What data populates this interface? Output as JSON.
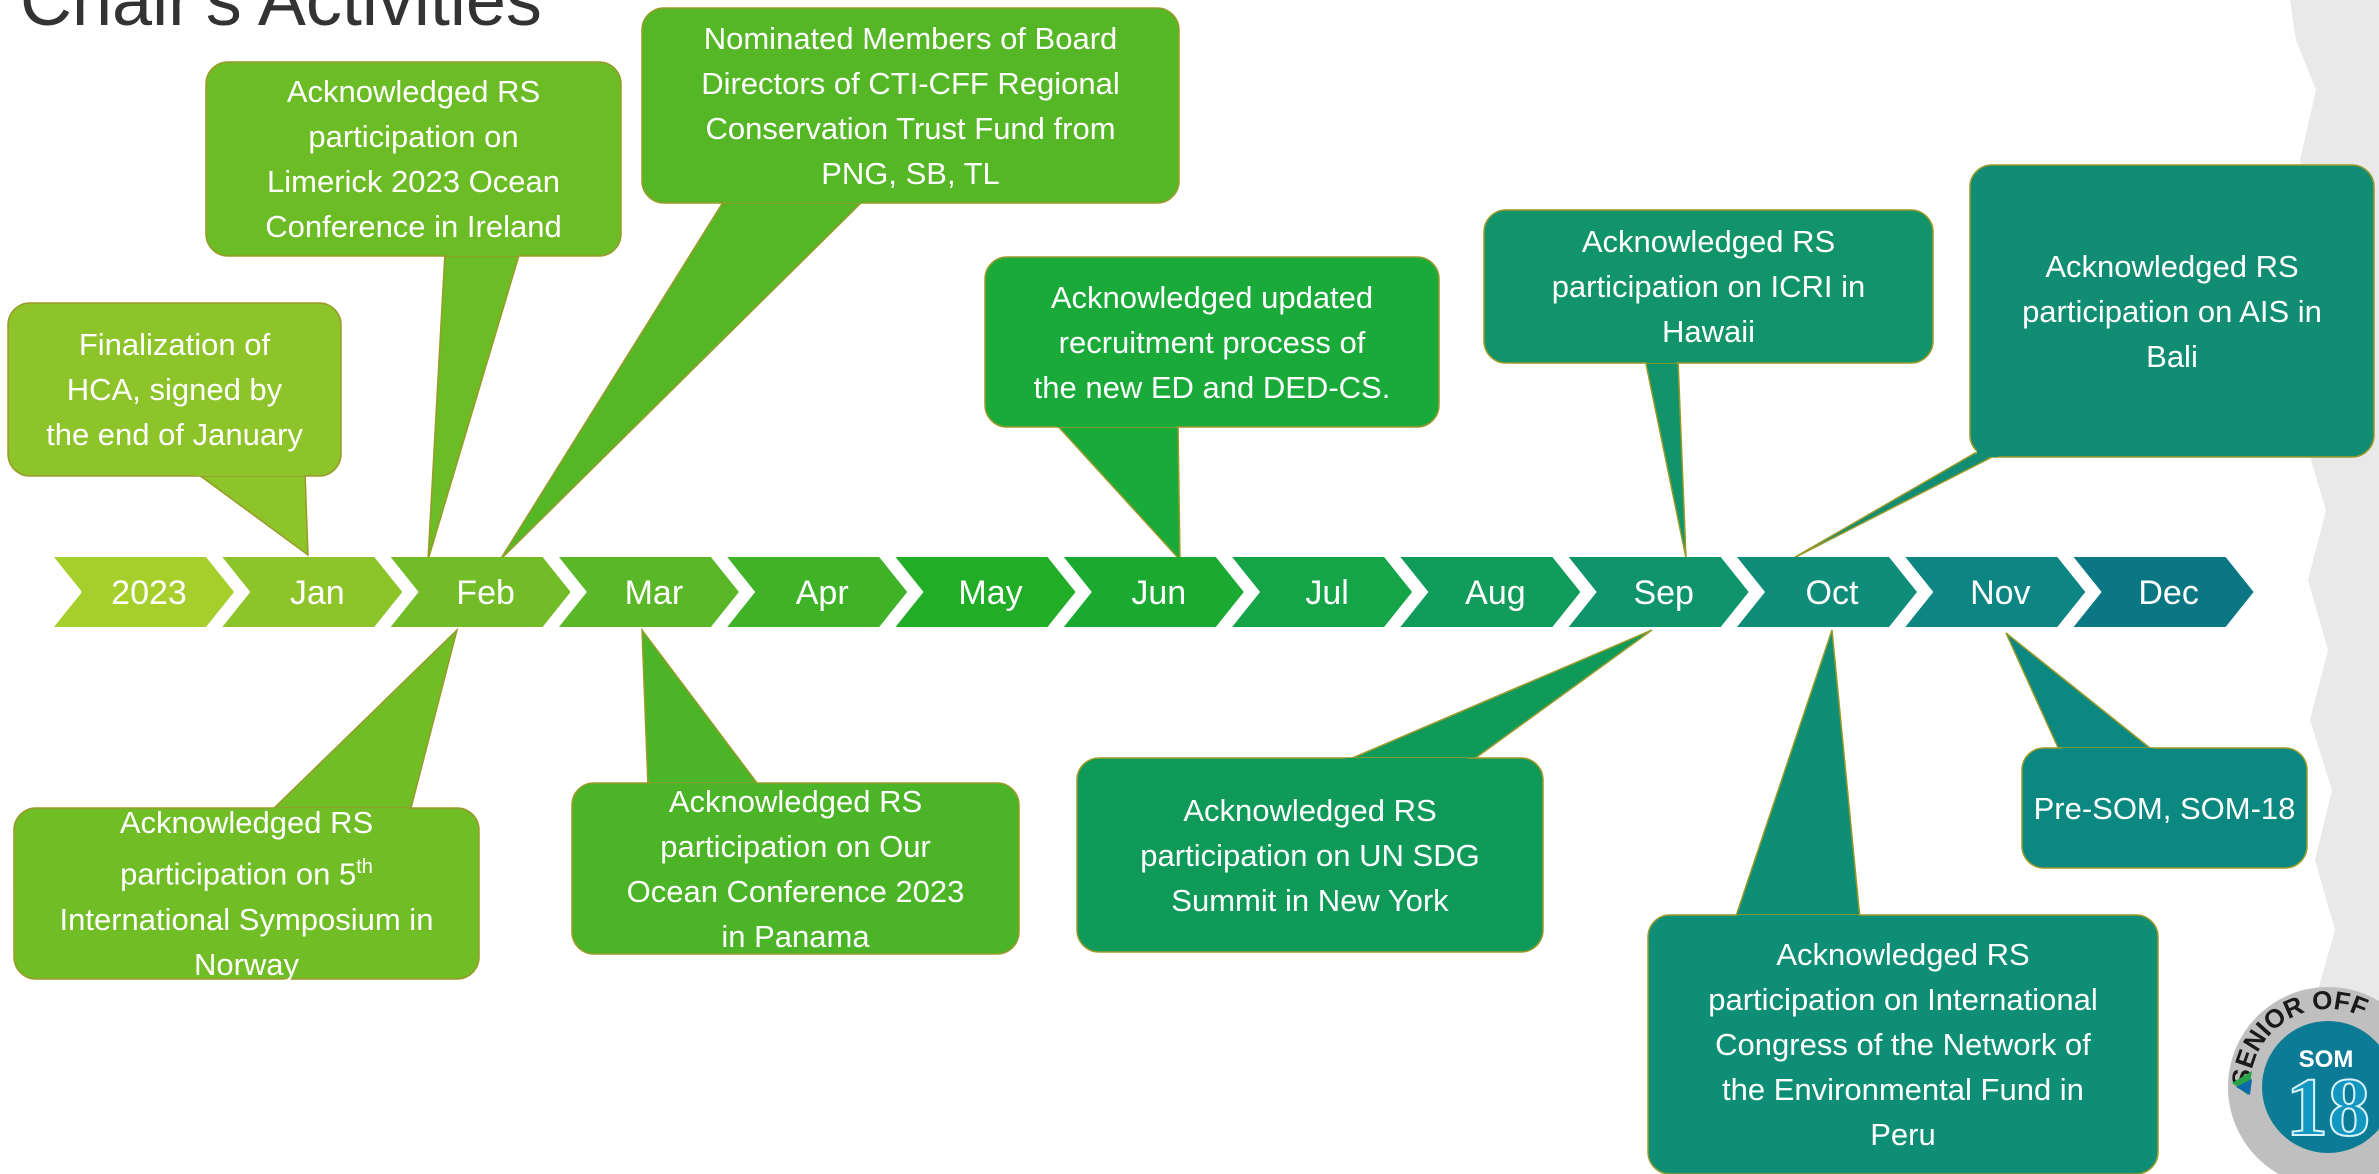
{
  "page": {
    "title": "Chair's Activities"
  },
  "timeline": {
    "months": [
      "2023",
      "Jan",
      "Feb",
      "Mar",
      "Apr",
      "May",
      "Jun",
      "Jul",
      "Aug",
      "Sep",
      "Oct",
      "Nov",
      "Dec"
    ],
    "colors": [
      "#a6cf2c",
      "#8dc42a",
      "#72bc28",
      "#5ab727",
      "#3fb227",
      "#22ad27",
      "#1aaa32",
      "#15a447",
      "#129c5b",
      "#10946c",
      "#0f8d79",
      "#0d8583",
      "#0b7782"
    ]
  },
  "callouts": [
    {
      "id": "hca",
      "month": "Jan",
      "lines": [
        "Finalization of",
        "HCA, signed by",
        "the end of January"
      ],
      "color": "#8dc42a"
    },
    {
      "id": "limerick",
      "month": "Feb",
      "lines": [
        "Acknowledged RS",
        "participation on",
        "Limerick 2023 Ocean",
        "Conference in Ireland"
      ],
      "color": "#6cbc26"
    },
    {
      "id": "board",
      "month": "Feb",
      "lines": [
        "Nominated Members of Board",
        "Directors of CTI-CFF Regional",
        "Conservation Trust Fund from",
        "PNG, SB, TL"
      ],
      "color": "#55b726"
    },
    {
      "id": "norway",
      "month": "Feb",
      "lines": [
        "Acknowledged RS",
        "participation on 5th",
        "International Symposium in",
        "Norway"
      ],
      "color": "#70bd26"
    },
    {
      "id": "panama",
      "month": "Mar",
      "lines": [
        "Acknowledged RS",
        "participation on Our",
        "Ocean Conference 2023",
        "in Panama"
      ],
      "color": "#4bb427"
    },
    {
      "id": "recruitment",
      "month": "Jun",
      "lines": [
        "Acknowledged updated",
        "recruitment process of",
        "the new ED and DED-CS."
      ],
      "color": "#1aaa39"
    },
    {
      "id": "un-sdg",
      "month": "Sep",
      "lines": [
        "Acknowledged RS",
        "participation on UN SDG",
        "Summit in New York"
      ],
      "color": "#0f9a5a"
    },
    {
      "id": "icri",
      "month": "Sep",
      "lines": [
        "Acknowledged RS",
        "participation on ICRI in",
        "Hawaii"
      ],
      "color": "#11946a"
    },
    {
      "id": "ais",
      "month": "Oct",
      "lines": [
        "Acknowledged RS",
        "participation on AIS in",
        "Bali"
      ],
      "color": "#108d73"
    },
    {
      "id": "peru",
      "month": "Oct",
      "lines": [
        "Acknowledged RS",
        "participation on International",
        "Congress of the Network of",
        "the Environmental Fund in",
        "Peru"
      ],
      "color": "#0e8e74"
    },
    {
      "id": "som",
      "month": "Nov",
      "lines": [
        "Pre-SOM, SOM-18"
      ],
      "color": "#0b8880"
    }
  ],
  "badge": {
    "ring_text": "SENIOR OFF",
    "label": "SOM",
    "number": "18"
  },
  "icons": {
    "badge": "som-18-badge-icon"
  }
}
